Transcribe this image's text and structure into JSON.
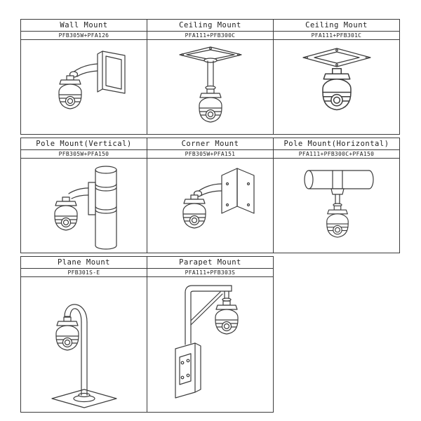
{
  "page": {
    "background": "#ffffff",
    "ink_color": "#3c3c3c",
    "description": "Camera mounting accessories sheet"
  },
  "cells": [
    {
      "title": "Wall Mount",
      "model": "PFB305W+PFA126",
      "icon": "wall-mount-camera-icon"
    },
    {
      "title": "Ceiling Mount",
      "model": "PFA111+PFB300C",
      "icon": "ceiling-pole-mount-camera-icon"
    },
    {
      "title": "Ceiling Mount",
      "model": "PFA111+PFB301C",
      "icon": "ceiling-mount-camera-icon"
    },
    {
      "title": "Pole Mount(Vertical)",
      "model": "PFB305W+PFA150",
      "icon": "pole-mount-vertical-camera-icon"
    },
    {
      "title": "Corner Mount",
      "model": "PFB305W+PFA151",
      "icon": "corner-mount-camera-icon"
    },
    {
      "title": "Pole Mount(Horizontal)",
      "model": "PFA111+PFB300C+PFA150",
      "icon": "pole-mount-horizontal-camera-icon"
    },
    {
      "title": "Plane Mount",
      "model": "PFB301S-E",
      "icon": "plane-mount-camera-icon"
    },
    {
      "title": "Parapet Mount",
      "model": "PFA111+PFB303S",
      "icon": "parapet-mount-camera-icon"
    }
  ]
}
